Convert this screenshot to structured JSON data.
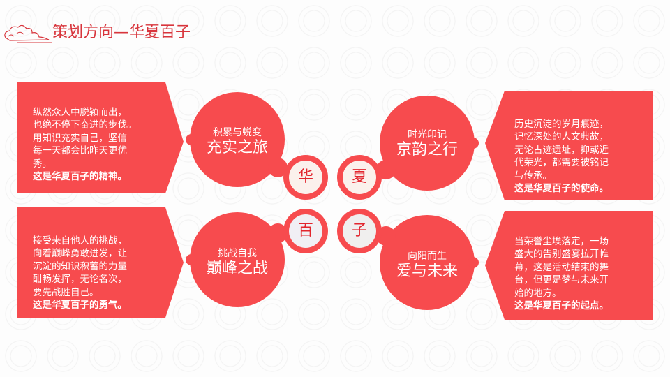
{
  "header": {
    "title": "策划方向—华夏百子"
  },
  "colors": {
    "accent": "#f74b4e",
    "title": "#d8353c",
    "small_circle_fill": "#fbf1ec",
    "small_circle_text": "#e2252d"
  },
  "characters": [
    "华",
    "夏",
    "百",
    "子"
  ],
  "sections": [
    {
      "subtitle": "积累与蜕变",
      "title": "充实之旅",
      "text": "纵然众人中脱颖而出，\n也绝不停下奋进的步伐。\n用知识充实自己，坚信\n每一天都会比昨天更优\n秀。",
      "tagline": "这是华夏百子的精神。"
    },
    {
      "subtitle": "时光印记",
      "title": "京韵之行",
      "text": "历史沉淀的岁月痕迹，\n记忆深处的人文典故，\n无论古迹遗址，抑或近\n代荣光，都需要被铭记\n与传承。",
      "tagline": "这是华夏百子的使命。"
    },
    {
      "subtitle": "挑战自我",
      "title": "巅峰之战",
      "text": "接受来自他人的挑战，\n向着巅峰勇敢进发，让\n沉淀的知识积蓄的力量\n酣畅发挥，无论名次，\n要先战胜自己。",
      "tagline": "这是华夏百子的勇气。"
    },
    {
      "subtitle": "向阳而生",
      "title": "爱与未来",
      "text": "当荣誉尘埃落定，一场\n盛大的告别盛宴拉开帷\n幕，这是活动结束的舞\n台，但更是梦与未来开\n始的地方。",
      "tagline": "这是华夏百子的起点。"
    }
  ]
}
